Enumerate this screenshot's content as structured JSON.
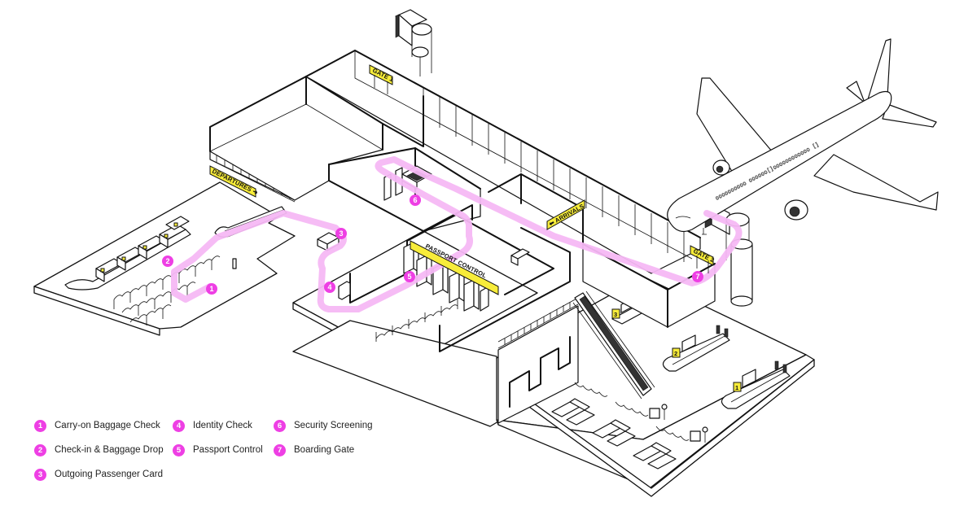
{
  "title": "Airport Terminal Passenger Departure Flow",
  "colors": {
    "route": "#f6b8f4",
    "marker": "#ee3fe4",
    "signage": "#f7ec3a",
    "line": "#111111",
    "background": "#ffffff"
  },
  "signs": {
    "departures": "DEPARTURES ➜",
    "gate1": "GATE 1",
    "gate2": "GATE 2",
    "passport_control": "PASSPORT CONTROL",
    "arrivals": "⬅ ARRIVALS",
    "carousel_1": "1",
    "carousel_2": "2",
    "carousel_3": "3"
  },
  "markers": [
    {
      "number": "1",
      "label": "Carry-on Baggage Check"
    },
    {
      "number": "2",
      "label": "Check-in & Baggage Drop"
    },
    {
      "number": "3",
      "label": "Outgoing Passenger Card"
    },
    {
      "number": "4",
      "label": "Identity Check"
    },
    {
      "number": "5",
      "label": "Passport Control"
    },
    {
      "number": "6",
      "label": "Security Screening"
    },
    {
      "number": "7",
      "label": "Boarding Gate"
    }
  ],
  "legend": {
    "items": [
      {
        "number": "1",
        "label": "Carry-on Baggage Check"
      },
      {
        "number": "2",
        "label": "Check-in & Baggage Drop"
      },
      {
        "number": "3",
        "label": "Outgoing Passenger Card"
      },
      {
        "number": "4",
        "label": "Identity Check"
      },
      {
        "number": "5",
        "label": "Passport Control"
      },
      {
        "number": "6",
        "label": "Security Screening"
      },
      {
        "number": "7",
        "label": "Boarding Gate"
      }
    ]
  }
}
